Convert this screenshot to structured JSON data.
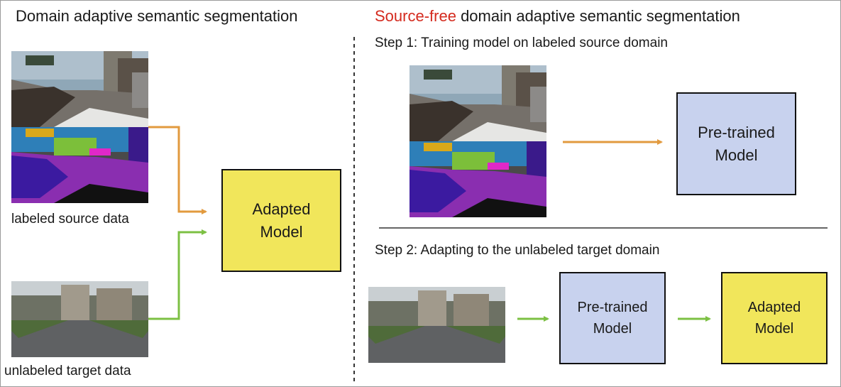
{
  "left_panel": {
    "title": "Domain adaptive semantic segmentation",
    "source_caption": "labeled source data",
    "target_caption": "unlabeled target data",
    "model_line1": "Adapted",
    "model_line2": "Model"
  },
  "right_panel": {
    "title_highlight": "Source-free",
    "title_rest": " domain adaptive semantic segmentation",
    "step1": {
      "label": "Step 1: Training model on labeled source domain",
      "model_line1": "Pre-trained",
      "model_line2": "Model"
    },
    "step2": {
      "label": "Step 2: Adapting to the unlabeled target domain",
      "pretrained_line1": "Pre-trained",
      "pretrained_line2": "Model",
      "adapted_line1": "Adapted",
      "adapted_line2": "Model"
    }
  },
  "colors": {
    "source_arrow": "#e29a3e",
    "target_arrow": "#7cc043",
    "adapted_box": "#f1e65b",
    "pretrained_box": "#c8d2ee",
    "highlight_text": "#d42a1e"
  },
  "icons": {
    "source_image": "game-street-scene-photo",
    "source_label": "segmentation-label-map",
    "target_image": "real-street-scene-photo"
  }
}
